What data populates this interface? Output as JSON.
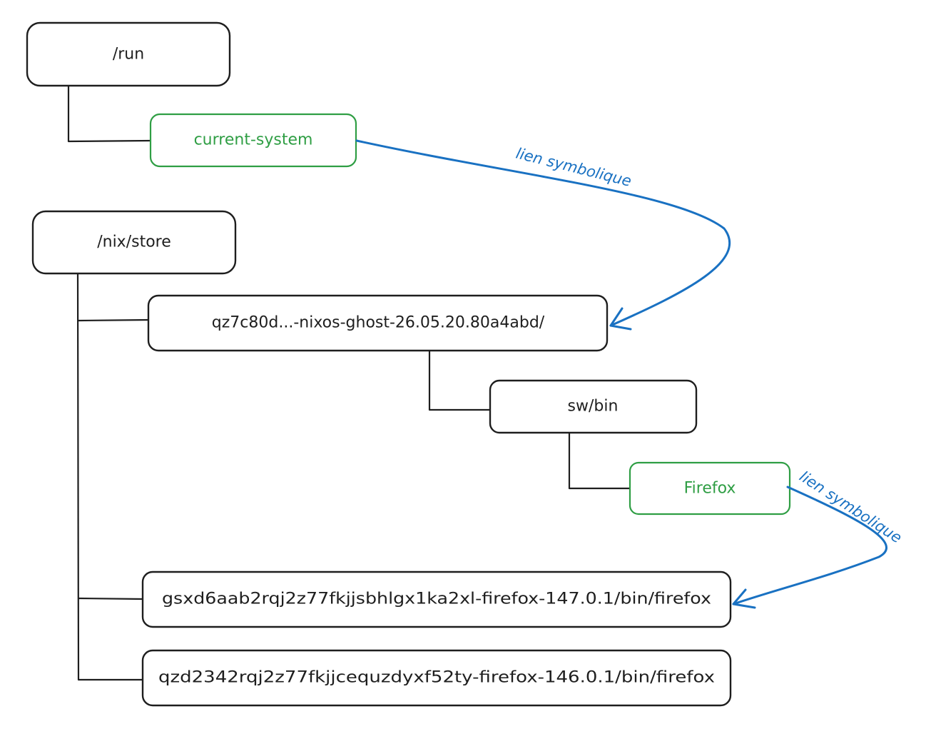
{
  "nodes": {
    "run": "/run",
    "current_system": "current-system",
    "nix_store": "/nix/store",
    "nixos_ghost": "qz7c80d...-nixos-ghost-26.05.20.80a4abd/",
    "sw_bin": "sw/bin",
    "firefox": "Firefox",
    "firefox_147": "gsxd6aab2rqj2z77fkjjsbhlgx1ka2xl-firefox-147.0.1/bin/firefox",
    "firefox_146": "qzd2342rqj2z77fkjjcequzdyxf52ty-firefox-146.0.1/bin/firefox"
  },
  "links": {
    "symlink_system": "lien symbolique",
    "symlink_firefox": "lien symbolique"
  },
  "colors": {
    "stroke": "#1e1e1e",
    "symlink_target": "#2f9e44",
    "symlink_arrow": "#1971c2"
  }
}
